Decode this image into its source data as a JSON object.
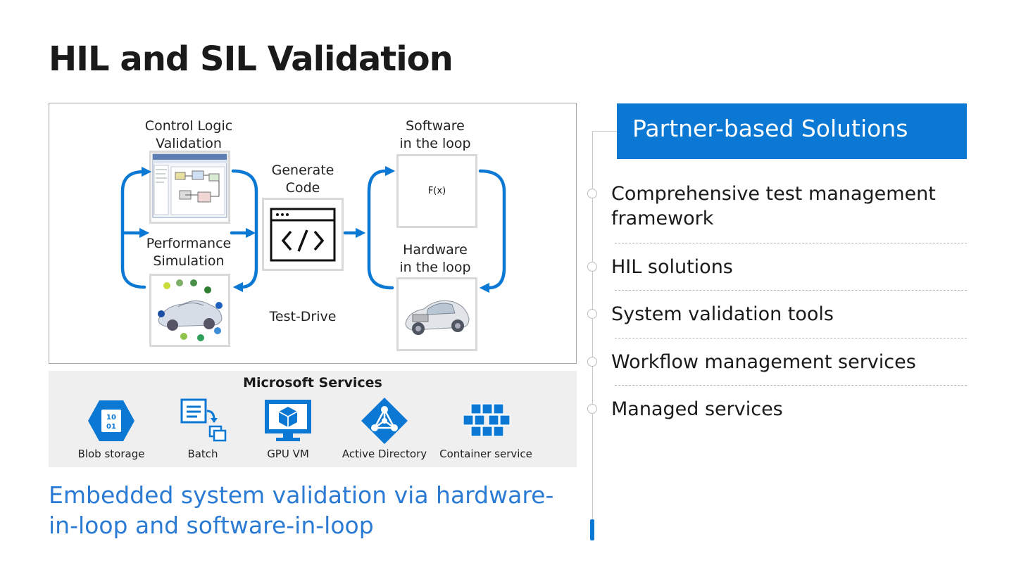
{
  "title": "HIL and SIL Validation",
  "diagram": {
    "control_logic_label": [
      "Control Logic",
      "Validation"
    ],
    "performance_label": [
      "Performance",
      "Simulation"
    ],
    "generate_label": [
      "Generate",
      "Code"
    ],
    "test_drive_label": "Test-Drive",
    "sil_label": [
      "Software",
      "in the loop"
    ],
    "hil_label": [
      "Hardware",
      "in the loop"
    ],
    "sil_box_text": "F(x)",
    "arrow_color": "#0b78d4"
  },
  "services": {
    "title": "Microsoft Services",
    "items": [
      {
        "label": "Blob storage",
        "icon": "blob-storage-icon",
        "icon_text": [
          "10",
          "01"
        ]
      },
      {
        "label": "Batch",
        "icon": "batch-icon"
      },
      {
        "label": "GPU VM",
        "icon": "gpu-vm-icon"
      },
      {
        "label": "Active Directory",
        "icon": "active-directory-icon"
      },
      {
        "label": "Container service",
        "icon": "container-service-icon"
      }
    ]
  },
  "caption": "Embedded system validation via hardware-in-loop and software-in-loop",
  "partner": {
    "header": "Partner-based Solutions",
    "items": [
      "Comprehensive test management framework",
      "HIL solutions",
      "System validation tools",
      "Workflow management services",
      "Managed services"
    ]
  },
  "colors": {
    "accent": "#0b78d4",
    "caption": "#2b7bd4",
    "band": "#efefef"
  }
}
